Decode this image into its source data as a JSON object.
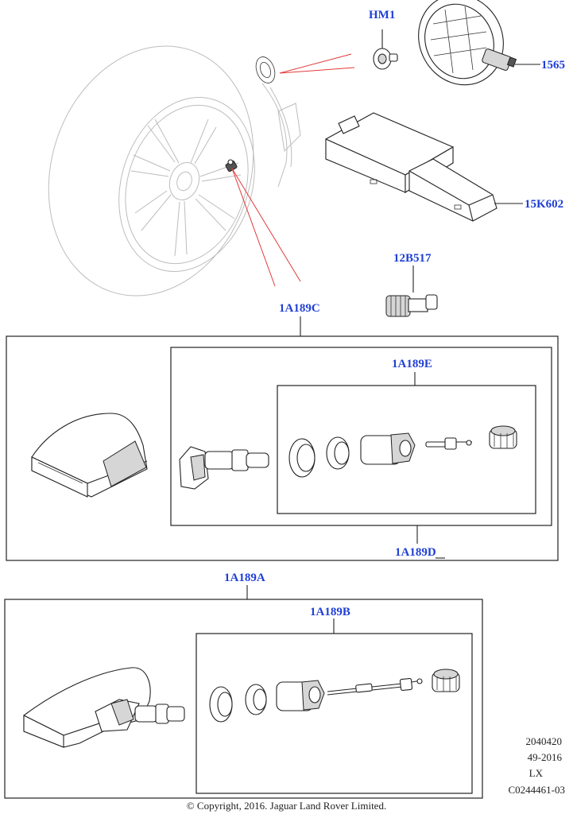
{
  "labels": {
    "hm1": "HM1",
    "p1565": "1565",
    "p15k602": "15K602",
    "p12b517": "12B517",
    "p1a189c": "1A189C",
    "p1a189e": "1A189E",
    "p1a189d": "1A189D",
    "p1a189a": "1A189A",
    "p1a189b": "1A189B"
  },
  "meta": {
    "line1": "2040420",
    "line2": "49-2016",
    "line3": "LX",
    "line4": "C0244461-03"
  },
  "copyright": "© Copyright, 2016. Jaguar Land Rover Limited.",
  "colors": {
    "label": "#1f3fd6",
    "leader_red": "#e23a3a",
    "ghost": "#bdbdbd"
  }
}
